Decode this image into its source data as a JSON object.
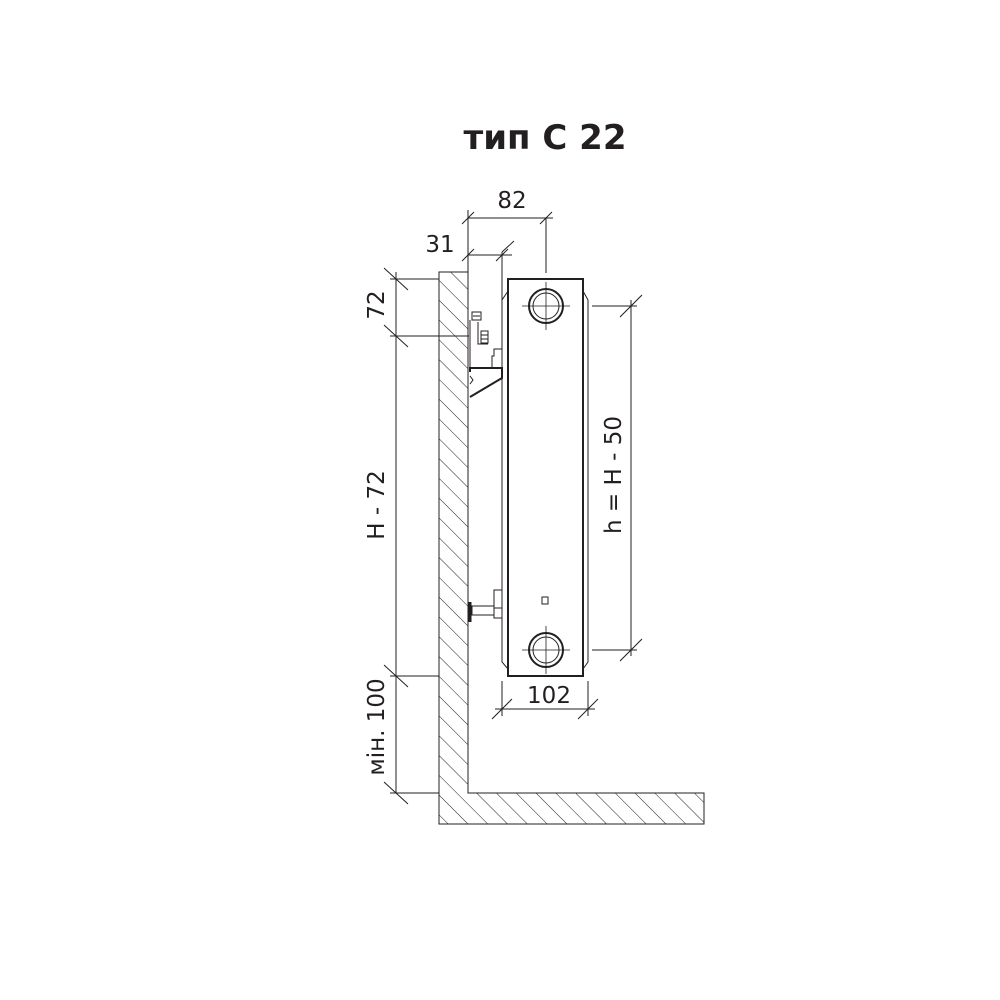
{
  "title": "тип С 22",
  "dimensions": {
    "total_depth": "82",
    "wall_offset": "31",
    "top_offset": "72",
    "bracket_spacing": "H - 72",
    "floor_clearance": "мін. 100",
    "connection_height": "h = H - 50",
    "panel_depth": "102"
  },
  "colors": {
    "line": "#231f20",
    "background": "#ffffff"
  }
}
